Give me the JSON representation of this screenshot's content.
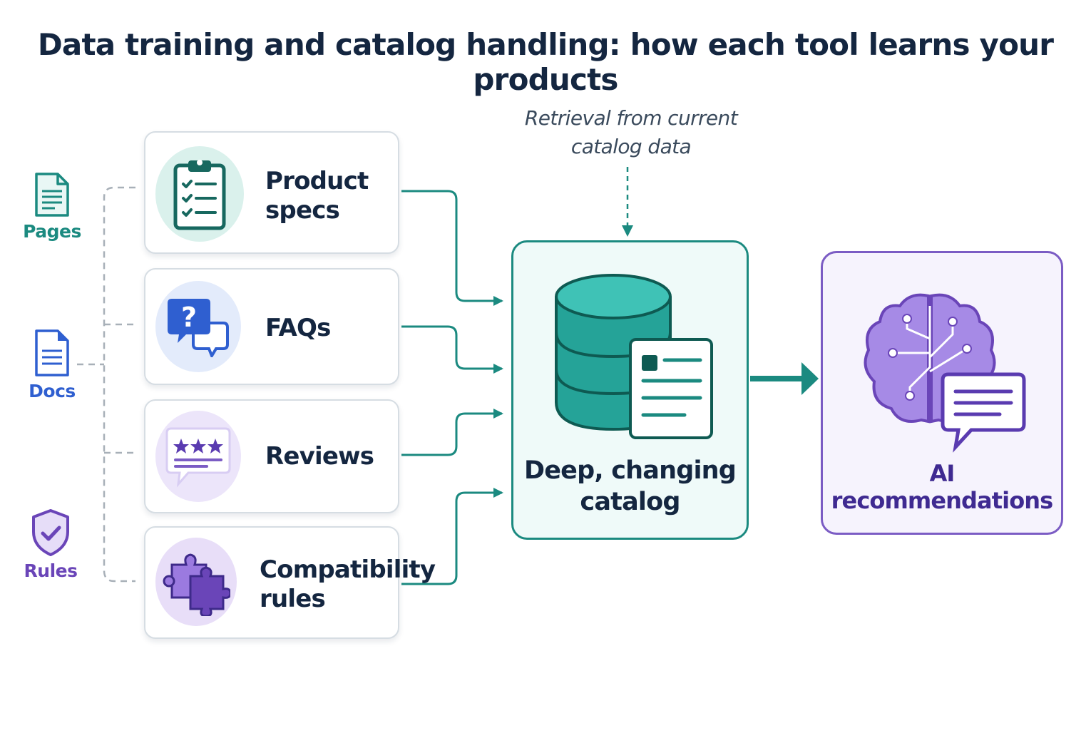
{
  "title": "Data training and catalog handling: how each tool learns your products",
  "sources": [
    {
      "label": "Pages",
      "icon": "page-document-icon",
      "color": "#1b8a80"
    },
    {
      "label": "Docs",
      "icon": "docs-file-icon",
      "color": "#2f5fd0"
    },
    {
      "label": "Rules",
      "icon": "shield-check-icon",
      "color": "#6a45b8"
    }
  ],
  "inputs": [
    {
      "label": "Product\nspecs",
      "icon": "clipboard-checklist-icon"
    },
    {
      "label": "FAQs",
      "icon": "question-chat-icon"
    },
    {
      "label": "Reviews",
      "icon": "star-review-icon"
    },
    {
      "label": "Compatibility\nrules",
      "icon": "puzzle-pieces-icon"
    }
  ],
  "retrieval_note": "Retrieval from current\ncatalog data",
  "catalog": {
    "label": "Deep, changing\ncatalog",
    "icon": "database-document-icon"
  },
  "output": {
    "label": "AI recommendations",
    "icon": "brain-chat-icon"
  },
  "colors": {
    "teal": "#1b8a80",
    "blue": "#2f5fd0",
    "purple": "#6a45b8",
    "navy": "#142640",
    "dash_gray": "#a8b0b8"
  }
}
